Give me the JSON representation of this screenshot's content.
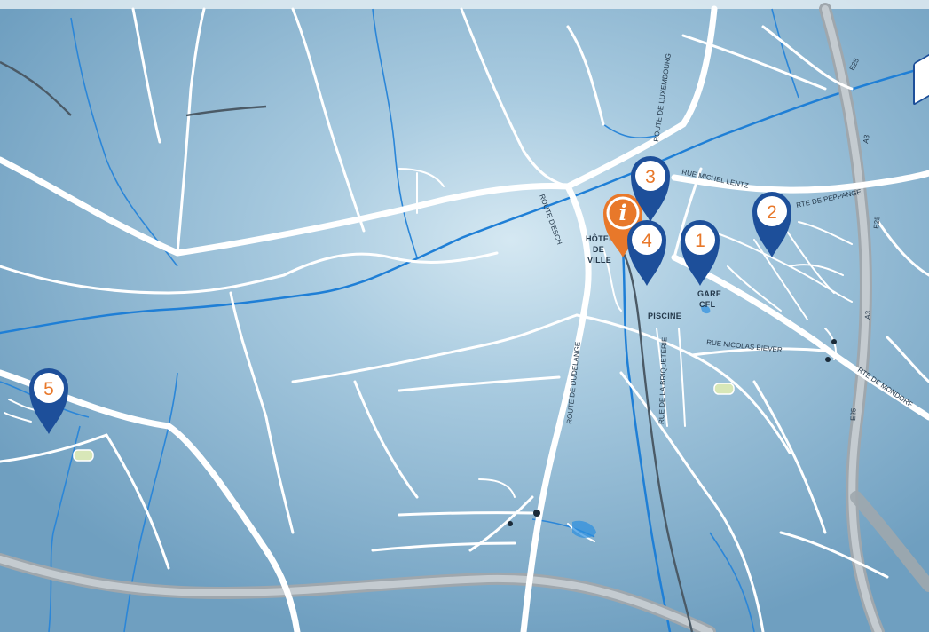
{
  "map": {
    "colors": {
      "background": "#8fb8d4",
      "road": "#ffffff",
      "motorway": "#9fa7ad",
      "river": "#1f7fd6",
      "pin_blue": "#1d4f9a",
      "pin_orange": "#e8782a"
    },
    "pins": [
      {
        "label": "1",
        "icon": "map-pin-icon"
      },
      {
        "label": "2",
        "icon": "map-pin-icon"
      },
      {
        "label": "3",
        "icon": "map-pin-icon"
      },
      {
        "label": "4",
        "icon": "map-pin-icon"
      },
      {
        "label": "5",
        "icon": "map-pin-icon"
      }
    ],
    "info_pin": {
      "label": "i",
      "icon": "info-pin-icon"
    },
    "labels": {
      "route_luxembourg": "ROUTE DE LUXEMBOURG",
      "rue_michel_lentz": "RUE MICHEL LENTZ",
      "rte_peppange": "RTE DE PEPPANGE",
      "route_esch": "ROUTE D'ESCH",
      "hotel_de_ville_1": "HÔTEL",
      "hotel_de_ville_2": "DE",
      "hotel_de_ville_3": "VILLE",
      "gare_1": "GARE",
      "gare_2": "CFL",
      "piscine": "PISCINE",
      "rue_nicolas_biever": "RUE NICOLAS BIEVER",
      "rue_briqueterie": "RUE DE LA BRIQUETERIE",
      "route_dudelange": "ROUTE DE DUDELANGE",
      "rte_mondorf": "RTE DE MONDORF",
      "e25_a": "E25",
      "e25_b": "E25",
      "e25_c": "E25",
      "a3_a": "A3",
      "a3_b": "A3"
    }
  }
}
